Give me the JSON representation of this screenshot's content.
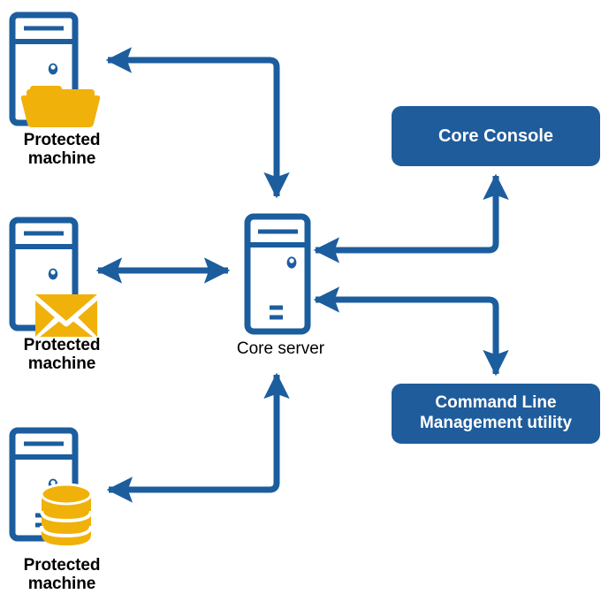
{
  "diagram": {
    "title": "Core server architecture diagram",
    "colors": {
      "blue": "#1f5c9b",
      "arrow_blue": "#1c5d9e",
      "gold": "#f0b10a",
      "gold_dark": "#e8a800",
      "text": "#000000",
      "box_text": "#ffffff",
      "background": "#ffffff"
    },
    "nodes": [
      {
        "id": "machine-file",
        "label": "Protected\nmachine",
        "icon": "computer-tower-icon",
        "badge_icon": "folder-icon",
        "badge_color": "#f0b10a"
      },
      {
        "id": "machine-mail",
        "label": "Protected\nmachine",
        "icon": "computer-tower-icon",
        "badge_icon": "envelope-icon",
        "badge_color": "#f0b10a"
      },
      {
        "id": "machine-database",
        "label": "Protected\nmachine",
        "icon": "computer-tower-icon",
        "badge_icon": "database-icon",
        "badge_color": "#f0b10a"
      },
      {
        "id": "core-server",
        "label": "Core server",
        "icon": "server-tower-icon"
      },
      {
        "id": "core-console",
        "label": "Core Console",
        "shape": "rounded-box"
      },
      {
        "id": "cli-utility",
        "label": "Command Line\nManagement utility",
        "shape": "rounded-box"
      }
    ],
    "connectors": [
      {
        "id": "connector-core-to-machine-file",
        "from": "core-server",
        "to": "machine-file",
        "style": "elbow",
        "heads": "both"
      },
      {
        "id": "connector-core-to-machine-mail",
        "from": "machine-mail",
        "to": "core-server",
        "style": "straight",
        "heads": "both"
      },
      {
        "id": "connector-core-to-machine-database",
        "from": "core-server",
        "to": "machine-database",
        "style": "elbow",
        "heads": "both"
      },
      {
        "id": "connector-core-to-core-console",
        "from": "core-server",
        "to": "core-console",
        "style": "elbow",
        "heads": "both"
      },
      {
        "id": "connector-core-to-cli-utility",
        "from": "core-server",
        "to": "cli-utility",
        "style": "elbow",
        "heads": "both"
      }
    ]
  },
  "labels": {
    "machine_1": "Protected\nmachine",
    "machine_2": "Protected\nmachine",
    "machine_3": "Protected\nmachine",
    "core_server": "Core server",
    "core_console": "Core Console",
    "cli_utility": "Command Line\nManagement utility"
  }
}
